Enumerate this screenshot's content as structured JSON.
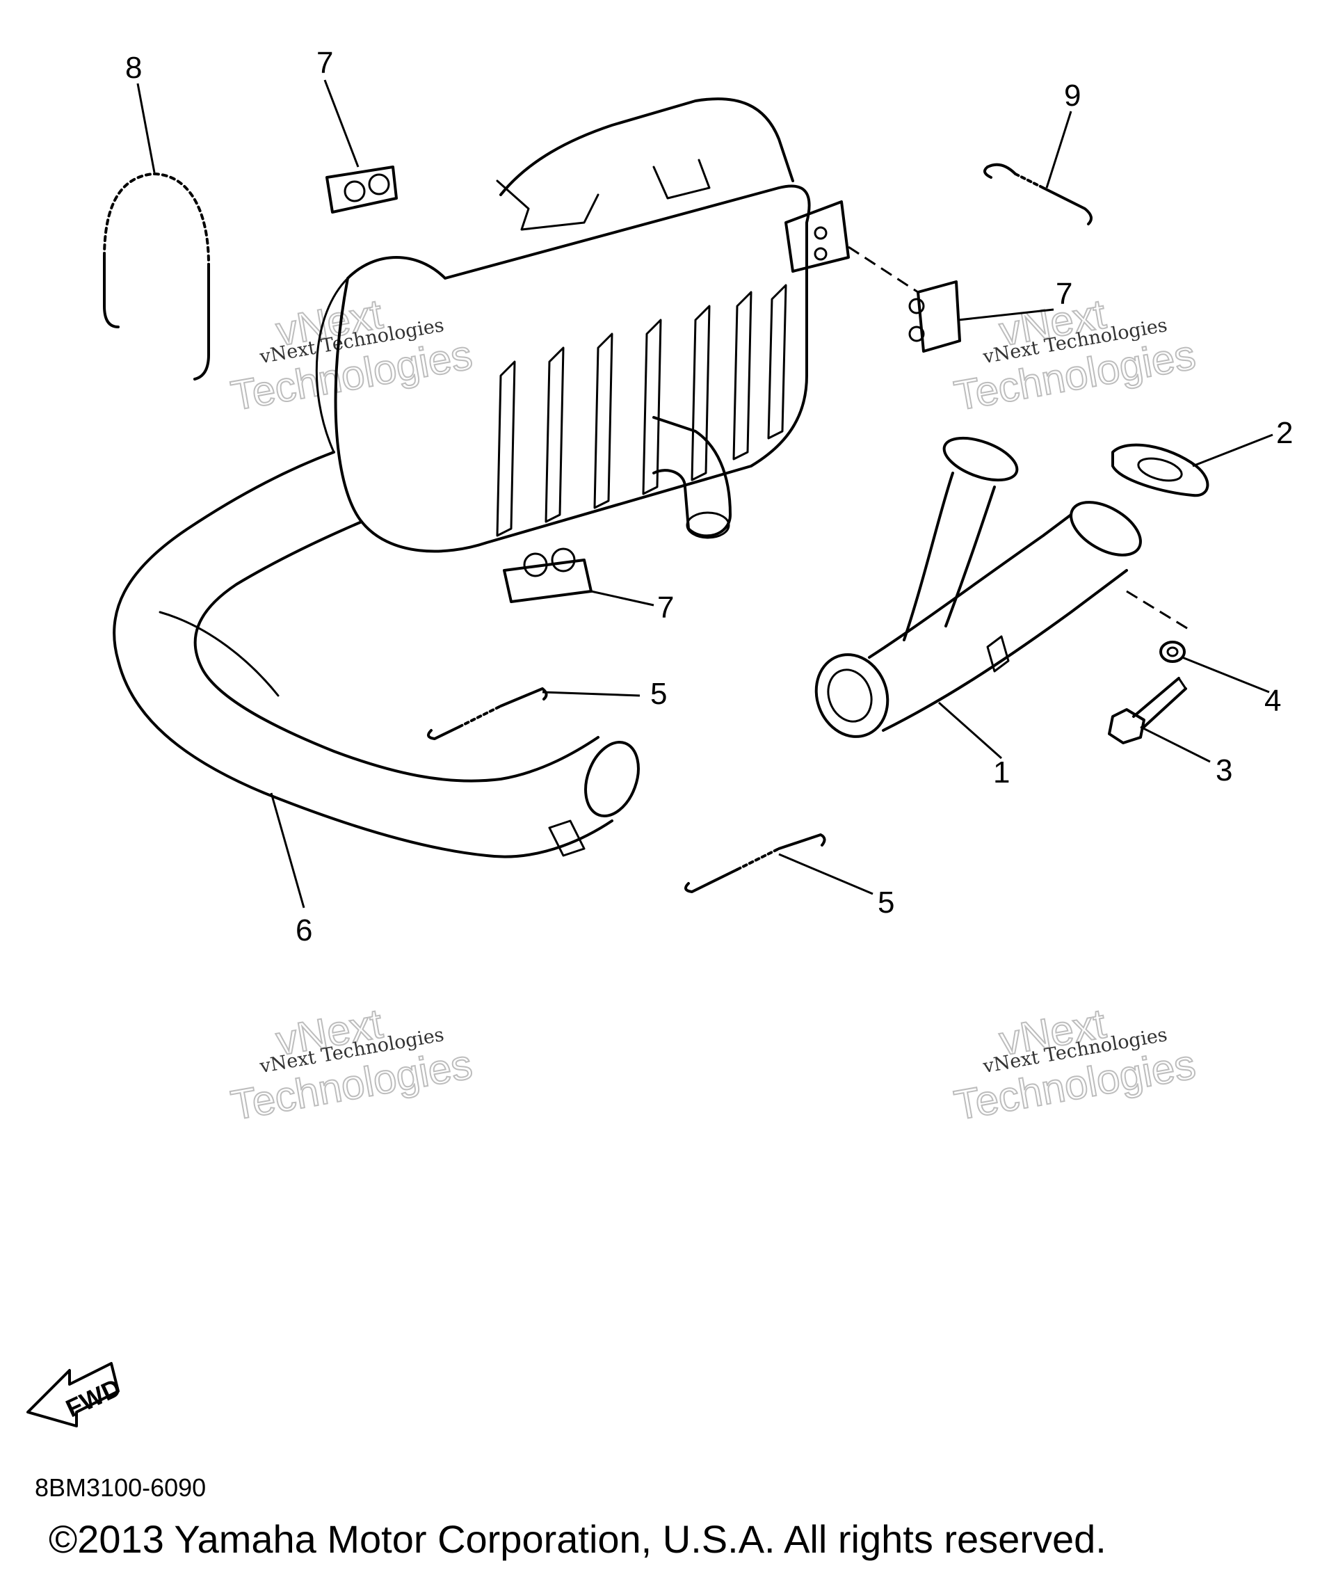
{
  "callouts": {
    "c1": "1",
    "c2": "2",
    "c3": "3",
    "c4": "4",
    "c5a": "5",
    "c5b": "5",
    "c6": "6",
    "c7a": "7",
    "c7b": "7",
    "c7c": "7",
    "c8": "8",
    "c9": "9"
  },
  "fwd_label": "FWD",
  "watermark": {
    "small": "vNext Technologies",
    "big_top": "vNext",
    "big_bottom": "Technologies"
  },
  "part_code": "8BM3100-6090",
  "copyright": "©2013 Yamaha Motor Corporation, U.S.A. All rights reserved."
}
